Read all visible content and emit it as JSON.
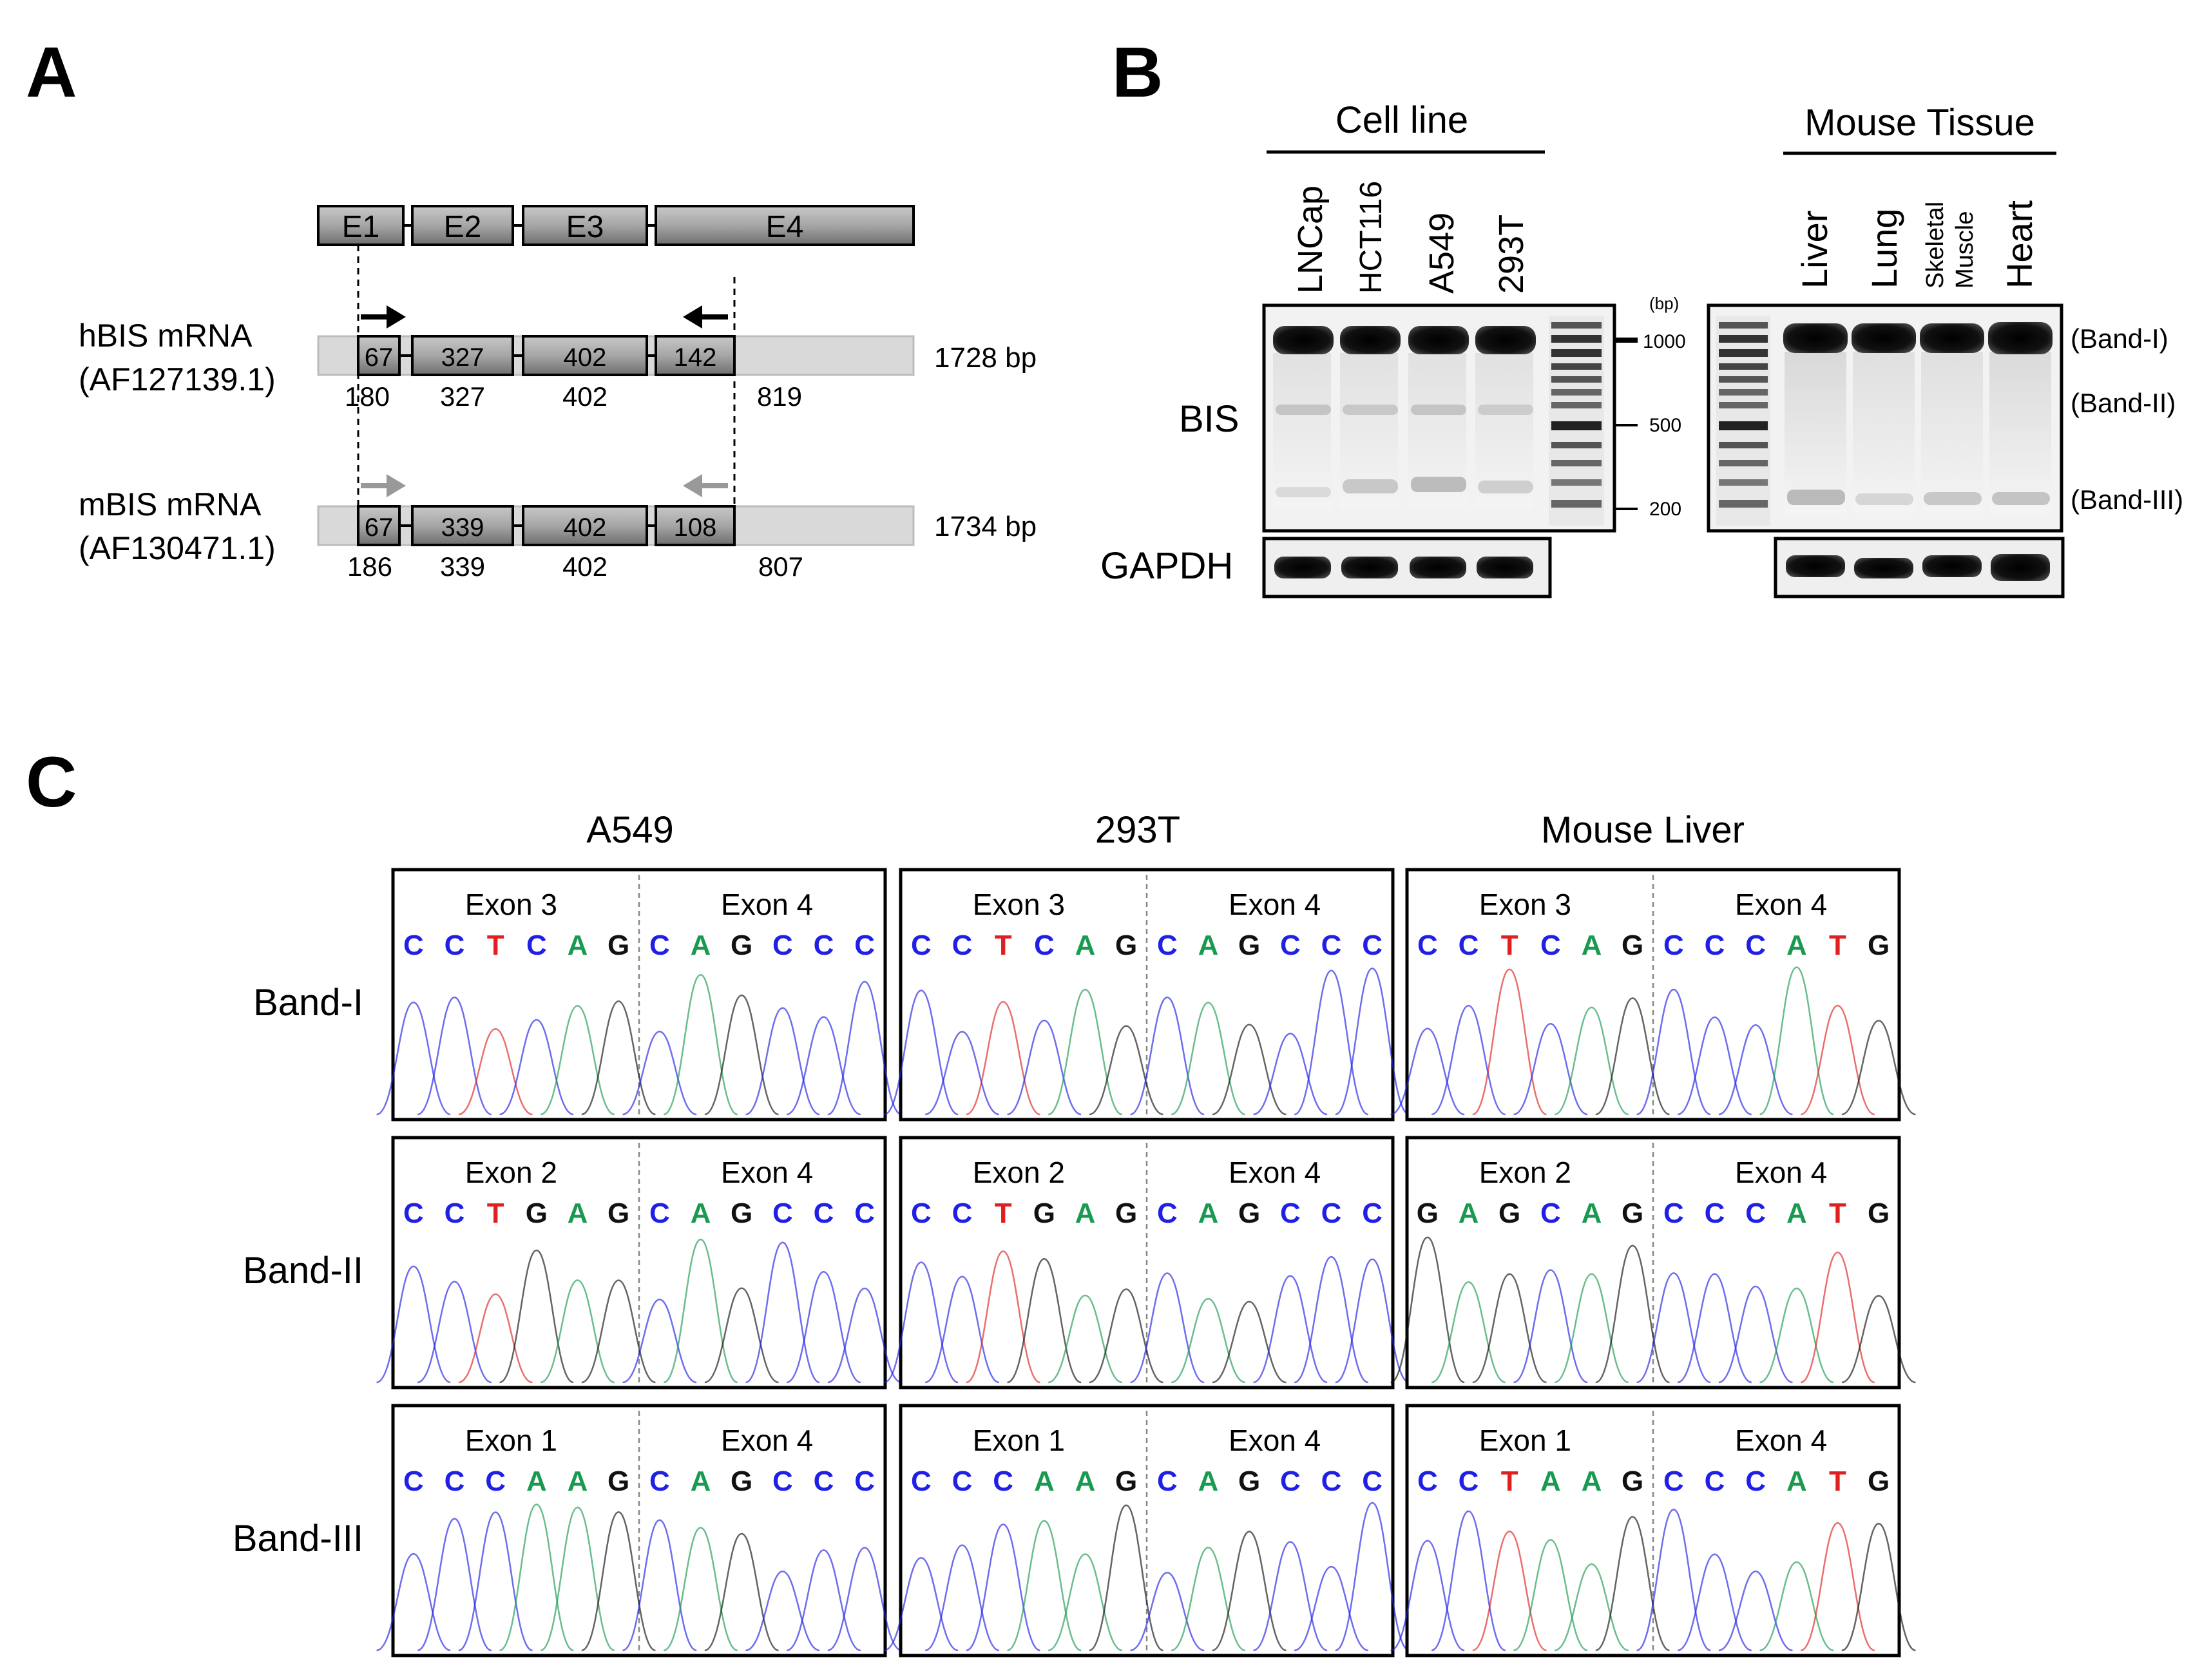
{
  "panel_labels": {
    "a": "A",
    "b": "B",
    "c": "C"
  },
  "panel_a": {
    "exons": [
      "E1",
      "E2",
      "E3",
      "E4"
    ],
    "human": {
      "label": "hBIS mRNA",
      "accession": "(AF127139.1)",
      "segments": [
        "67",
        "327",
        "402",
        "142"
      ],
      "below": [
        "180",
        "327",
        "402",
        "819"
      ],
      "length": "1728 bp"
    },
    "mouse": {
      "label": "mBIS mRNA",
      "accession": "(AF130471.1)",
      "segments": [
        "67",
        "339",
        "402",
        "108"
      ],
      "below": [
        "186",
        "339",
        "402",
        "807"
      ],
      "length": "1734 bp"
    },
    "colors": {
      "exon": "#8c8c8c",
      "mrna": "#d9d9d9",
      "human_primer": "#000000",
      "mouse_primer": "#999999"
    }
  },
  "panel_b": {
    "group_cell": "Cell line",
    "group_tissue": "Mouse Tissue",
    "cell_lanes": [
      "LNCap",
      "HCT116",
      "A549",
      "293T"
    ],
    "tissue_lanes": [
      "Liver",
      "Lung",
      "Skeletal",
      "Muscle",
      "Heart"
    ],
    "row_bis": "BIS",
    "row_gapdh": "GAPDH",
    "ladder_unit": "(bp)",
    "ladder_marks": [
      "1000",
      "500",
      "200"
    ],
    "bands": [
      "(Band-I)",
      "(Band-II)",
      "(Band-III)"
    ]
  },
  "panel_c": {
    "columns": [
      "A549",
      "293T",
      "Mouse Liver"
    ],
    "rows": [
      {
        "label": "Band-I",
        "cells": [
          {
            "left": "Exon 3",
            "right": "Exon 4",
            "seq": [
              "C",
              "C",
              "T",
              "C",
              "A",
              "G",
              "C",
              "A",
              "G",
              "C",
              "C",
              "C"
            ]
          },
          {
            "left": "Exon 3",
            "right": "Exon 4",
            "seq": [
              "C",
              "C",
              "T",
              "C",
              "A",
              "G",
              "C",
              "A",
              "G",
              "C",
              "C",
              "C"
            ]
          },
          {
            "left": "Exon 3",
            "right": "Exon 4",
            "seq": [
              "C",
              "C",
              "T",
              "C",
              "A",
              "G",
              "C",
              "C",
              "C",
              "A",
              "T",
              "G"
            ]
          }
        ]
      },
      {
        "label": "Band-II",
        "cells": [
          {
            "left": "Exon 2",
            "right": "Exon 4",
            "seq": [
              "C",
              "C",
              "T",
              "G",
              "A",
              "G",
              "C",
              "A",
              "G",
              "C",
              "C",
              "C"
            ]
          },
          {
            "left": "Exon 2",
            "right": "Exon 4",
            "seq": [
              "C",
              "C",
              "T",
              "G",
              "A",
              "G",
              "C",
              "A",
              "G",
              "C",
              "C",
              "C"
            ]
          },
          {
            "left": "Exon 2",
            "right": "Exon 4",
            "seq": [
              "G",
              "A",
              "G",
              "C",
              "A",
              "G",
              "C",
              "C",
              "C",
              "A",
              "T",
              "G"
            ]
          }
        ]
      },
      {
        "label": "Band-III",
        "cells": [
          {
            "left": "Exon 1",
            "right": "Exon 4",
            "seq": [
              "C",
              "C",
              "C",
              "A",
              "A",
              "G",
              "C",
              "A",
              "G",
              "C",
              "C",
              "C"
            ]
          },
          {
            "left": "Exon 1",
            "right": "Exon 4",
            "seq": [
              "C",
              "C",
              "C",
              "A",
              "A",
              "G",
              "C",
              "A",
              "G",
              "C",
              "C",
              "C"
            ]
          },
          {
            "left": "Exon 1",
            "right": "Exon 4",
            "seq": [
              "C",
              "C",
              "T",
              "A",
              "A",
              "G",
              "C",
              "C",
              "C",
              "A",
              "T",
              "G"
            ]
          }
        ]
      }
    ],
    "base_colors": {
      "A": "#1a9a50",
      "C": "#1f1fe6",
      "G": "#111111",
      "T": "#e02020"
    }
  }
}
